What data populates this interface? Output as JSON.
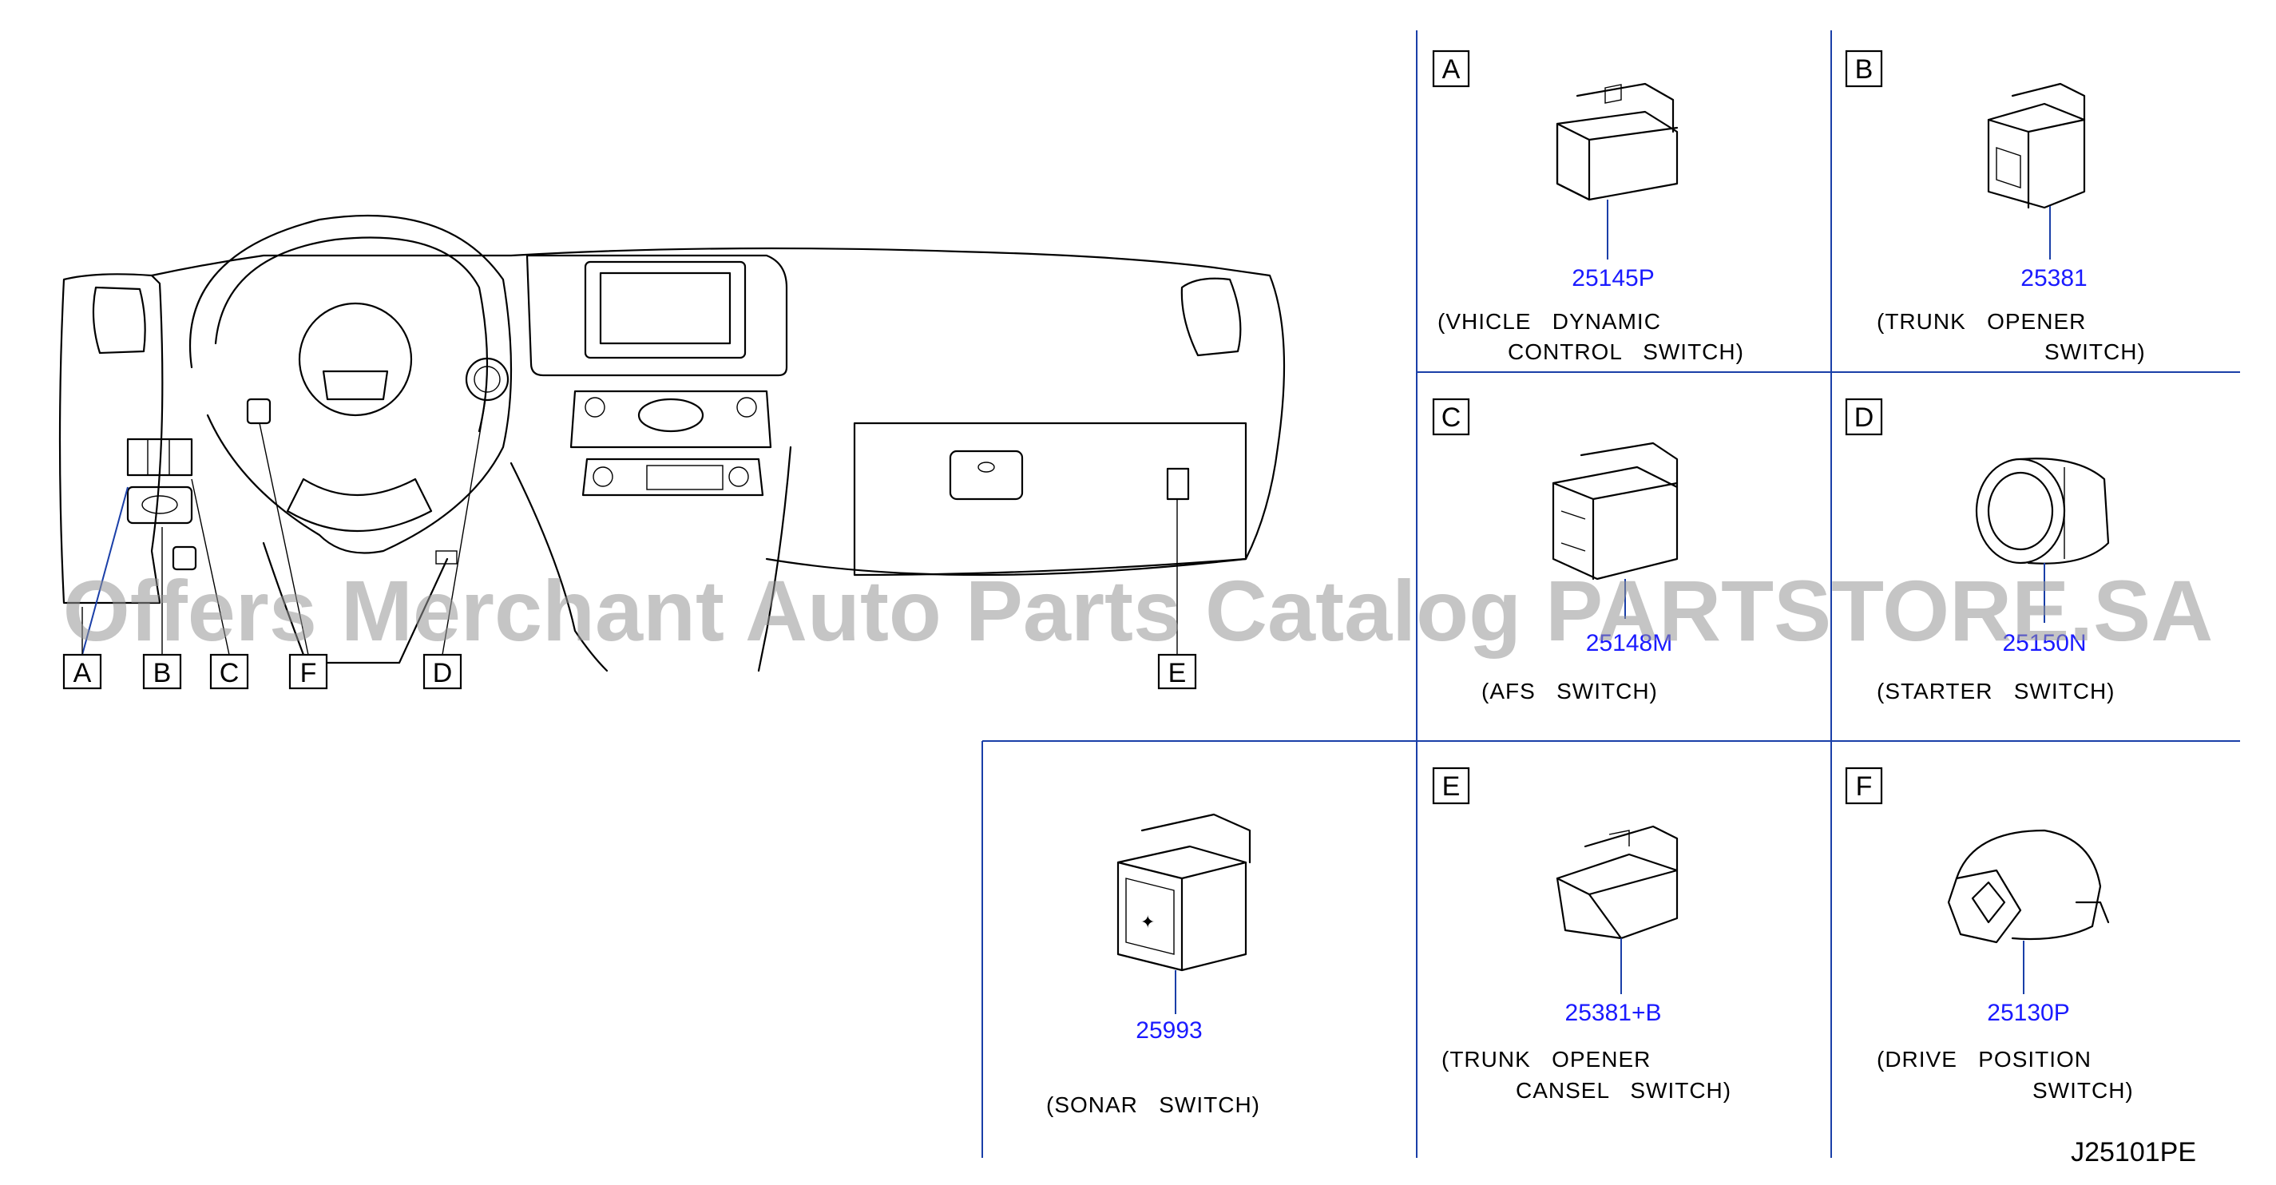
{
  "watermark": "Offers Merchant Auto Parts Catalog PARTSTORE.SA",
  "diagram_code": "J25101PE",
  "callouts": [
    {
      "id": "A",
      "label": "A"
    },
    {
      "id": "B",
      "label": "B"
    },
    {
      "id": "C",
      "label": "C"
    },
    {
      "id": "F",
      "label": "F"
    },
    {
      "id": "D",
      "label": "D"
    },
    {
      "id": "E",
      "label": "E"
    }
  ],
  "panels": [
    {
      "id": "A",
      "label": "A",
      "part_number": "25145P",
      "desc_line1": "(VHICLE   DYNAMIC",
      "desc_line2": "CONTROL   SWITCH)"
    },
    {
      "id": "B",
      "label": "B",
      "part_number": "25381",
      "desc_line1": "(TRUNK   OPENER",
      "desc_line2": "SWITCH)"
    },
    {
      "id": "C",
      "label": "C",
      "part_number": "25148M",
      "desc_line1": "(AFS   SWITCH)",
      "desc_line2": ""
    },
    {
      "id": "D",
      "label": "D",
      "part_number": "25150N",
      "desc_line1": "(STARTER   SWITCH)",
      "desc_line2": ""
    },
    {
      "id": "S",
      "label": "",
      "part_number": "25993",
      "desc_line1": "(SONAR   SWITCH)",
      "desc_line2": ""
    },
    {
      "id": "E",
      "label": "E",
      "part_number": "25381+B",
      "desc_line1": "(TRUNK   OPENER",
      "desc_line2": "CANSEL   SWITCH)"
    },
    {
      "id": "F",
      "label": "F",
      "part_number": "25130P",
      "desc_line1": "(DRIVE   POSITION",
      "desc_line2": "SWITCH)"
    }
  ],
  "colors": {
    "part_number": "#1a1aff",
    "grid_line": "#1a3fa8"
  }
}
